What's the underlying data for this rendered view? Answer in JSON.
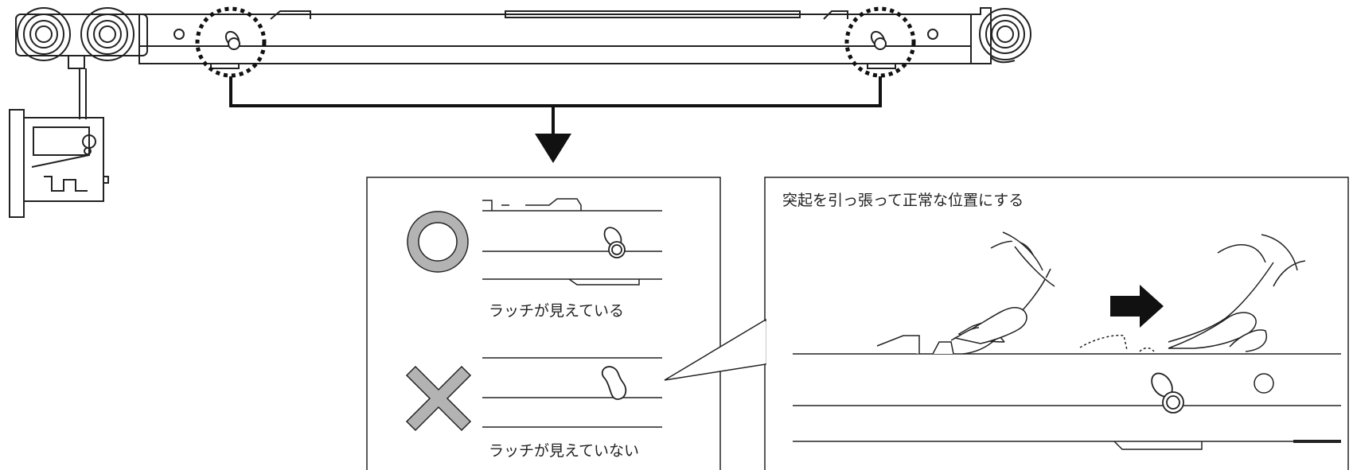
{
  "instruction_caption": "突起を引っ張って正常な位置にする",
  "correct_panel": {
    "symbol_icon": "circle-ok-icon",
    "caption": "ラッチが見えている"
  },
  "incorrect_panel": {
    "symbol_icon": "cross-ng-icon",
    "caption": "ラッチが見えていない"
  },
  "colors": {
    "line": "#222222",
    "symbol_fill": "#b3b3b3",
    "arrow": "#111111"
  }
}
